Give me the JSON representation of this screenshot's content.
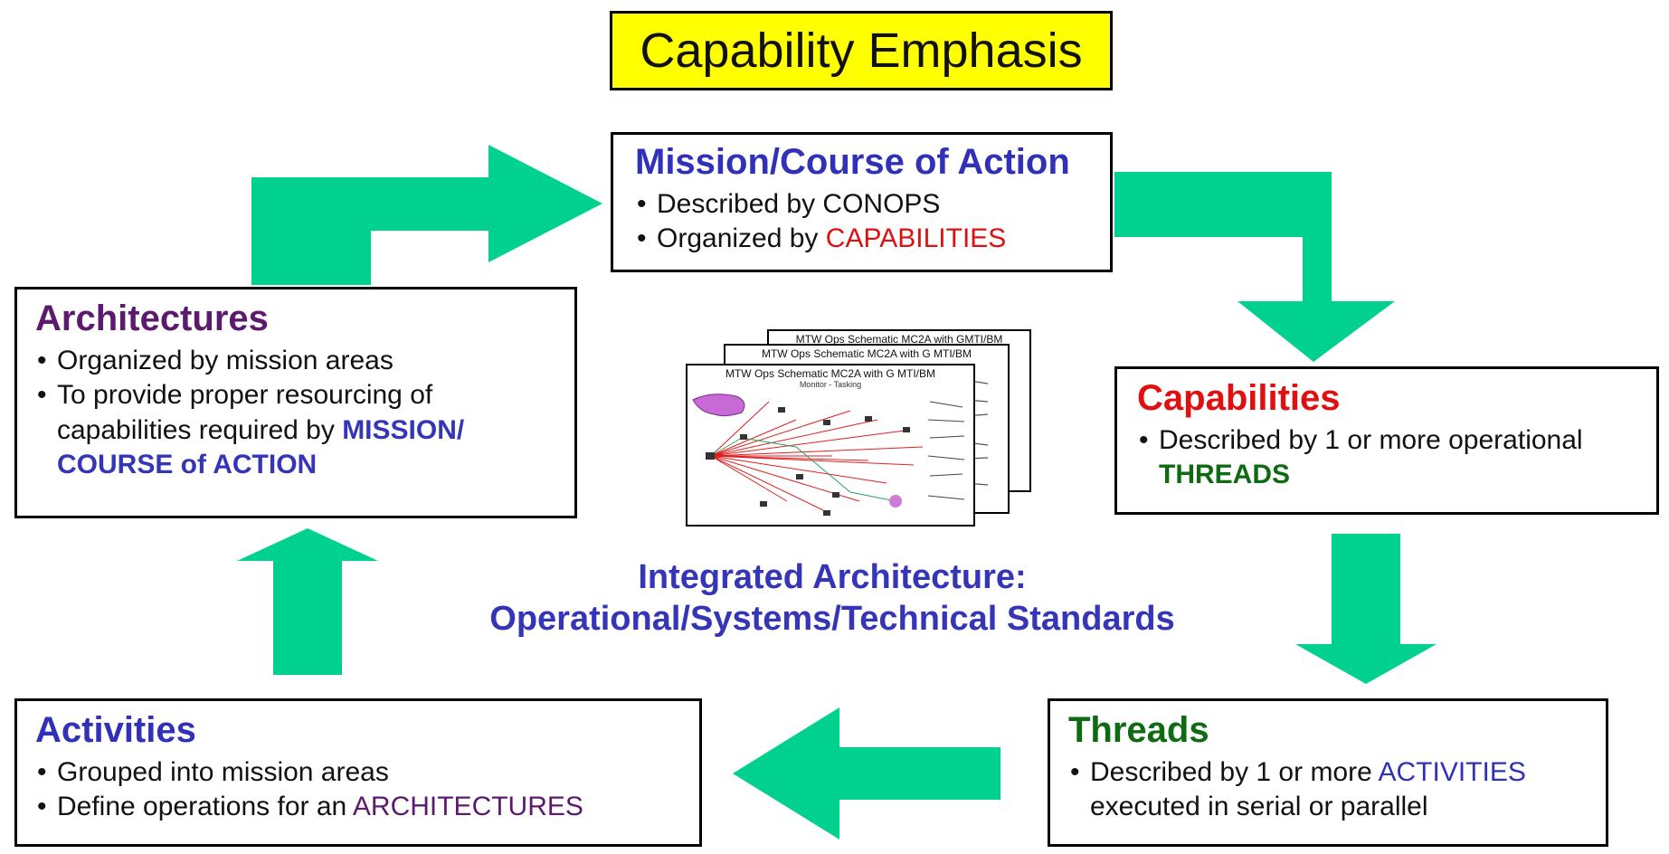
{
  "title": "Capability Emphasis",
  "colors": {
    "arrow": "#00d18f",
    "title_bg": "#ffff00",
    "red": "#e01010",
    "blue": "#3535b8",
    "purple": "#5c1a6e",
    "green": "#0e6b12"
  },
  "mission": {
    "heading": "Mission/Course of Action",
    "bullet1": "Described by CONOPS",
    "bullet2_text": "Organized by ",
    "bullet2_kw": "CAPABILITIES"
  },
  "capabilities": {
    "heading": "Capabilities",
    "bullet1_text": "Described by 1 or more operational ",
    "bullet1_kw": "THREADS"
  },
  "threads": {
    "heading": "Threads",
    "bullet1_text": "Described by 1 or more ",
    "bullet1_kw": "ACTIVITIES",
    "bullet1_tail": " executed in serial or parallel"
  },
  "activities": {
    "heading": "Activities",
    "bullet1": "Grouped into mission areas",
    "bullet2_text": "Define operations for an ",
    "bullet2_kw": "ARCHITECTURES"
  },
  "architectures": {
    "heading": "Architectures",
    "bullet1": "Organized by mission areas",
    "bullet2_text": "To provide proper resourcing of capabilities required by ",
    "bullet2_kw": "MISSION/ COURSE of ACTION"
  },
  "integrated": {
    "line1": "Integrated Architecture:",
    "line2": "Operational/Systems/Technical Standards"
  },
  "schematic": {
    "back_title": "MTW Ops Schematic MC2A with GMTI/BM",
    "middle_title": "MTW Ops Schematic MC2A with G MTI/BM",
    "front_title": "MTW Ops Schematic MC2A with G MTI/BM",
    "front_subtitle": "Monitor - Tasking"
  }
}
